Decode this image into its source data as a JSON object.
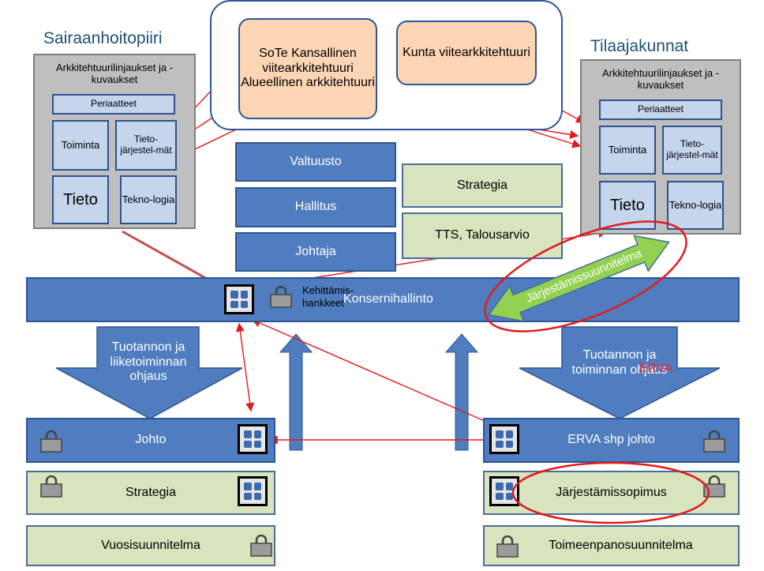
{
  "left_title": "Sairaanhoitopiiri",
  "right_title": "Tilaajakunnat",
  "arch_panel": {
    "heading": "Arkkitehtuurilinjaukset ja -kuvaukset",
    "principles": "Periaatteet",
    "cells": [
      "Toiminta",
      "Tieto-järjestel-mät",
      "Tieto",
      "Tekno-logia"
    ]
  },
  "reference": {
    "sote": "SoTe Kansallinen viitearkkitehtuuri",
    "alueellinen": "Alueellinen arkkitehtuuri",
    "kunta": "Kunta viitearkkitehtuuri"
  },
  "governance": [
    "Valtuusto",
    "Hallitus",
    "Johtaja"
  ],
  "plans": [
    "Strategia",
    "TTS, Talousarvio"
  ],
  "konserni": {
    "kehittamis": "Kehittämis-hankkeet",
    "label": "Konsernihallinto",
    "arrow": "Järjestämissuunnitelma"
  },
  "down_arrows": {
    "left": "Tuotannon ja liiketoiminnan ohjaus",
    "right_main": "Tuotannon ja toiminnan ohjaus",
    "right_erva": "ERVA"
  },
  "left_rows": [
    "Johto",
    "Strategia",
    "Vuosisuunnitelma"
  ],
  "right_rows": [
    "ERVA shp johto",
    "Järjestämissopimus",
    "Toimeenpanosuunnitelma"
  ],
  "colors": {
    "blue": "#4f7dbf",
    "green": "#d7e4bd",
    "orange": "#fcd5b5",
    "arrow_red": "#e31a1c",
    "big_arrow": "#92d050"
  },
  "icons": [
    "modules-icon",
    "lock-icon"
  ]
}
